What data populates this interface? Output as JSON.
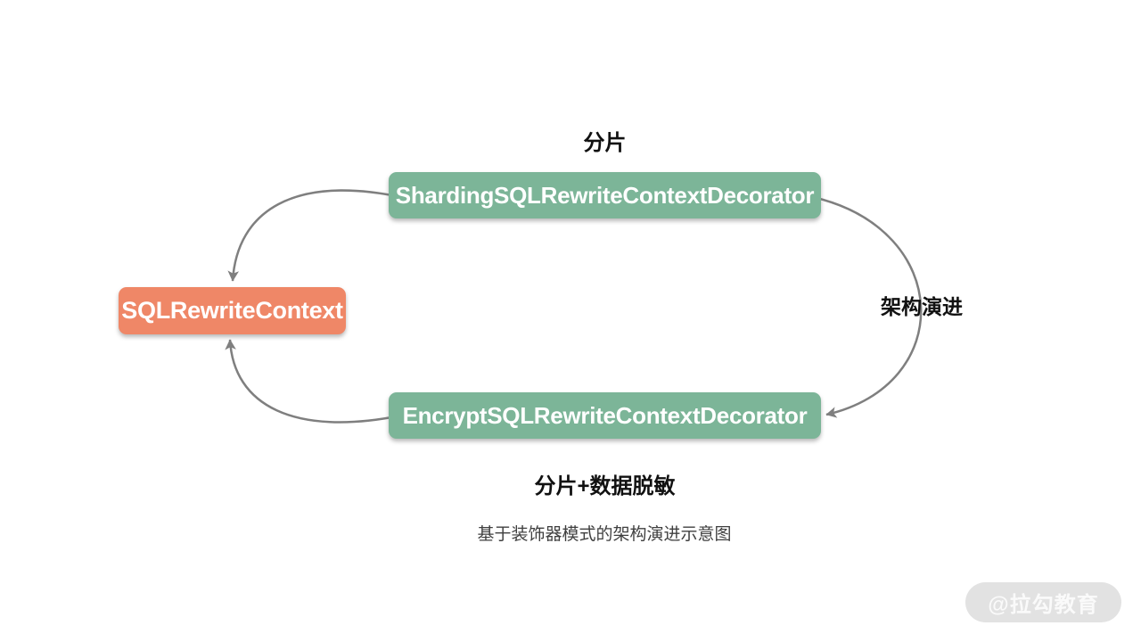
{
  "diagram": {
    "nodes": {
      "sharding": {
        "label": "ShardingSQLRewriteContextDecorator",
        "color": "#7cb598"
      },
      "context": {
        "label": "SQLRewriteContext",
        "color": "#ef8767"
      },
      "encrypt": {
        "label": "EncryptSQLRewriteContextDecorator",
        "color": "#7cb598"
      }
    },
    "labels": {
      "sharding_role": "分片",
      "evolution": "架构演进",
      "encrypt_role": "分片+数据脱敏"
    },
    "caption": "基于装饰器模式的架构演进示意图",
    "watermark": "@拉勾教育",
    "colors": {
      "node_green": "#7cb598",
      "node_orange": "#ef8767",
      "arrow_gray": "#7f7f7f",
      "caption_gray": "#3f3f3f",
      "watermark_bg": "#e2e2e2",
      "background": "#ffffff"
    }
  }
}
